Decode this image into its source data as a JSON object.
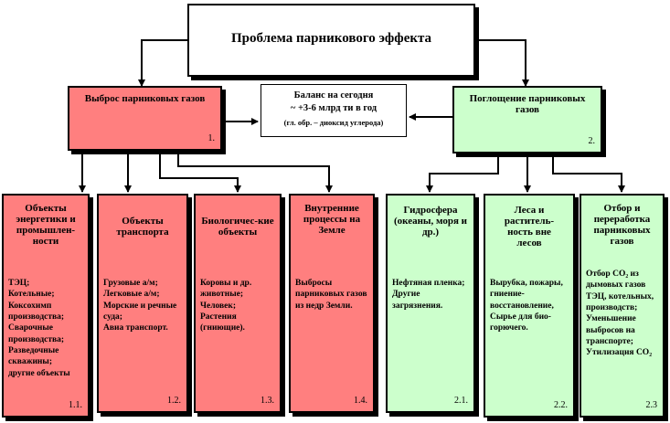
{
  "root": {
    "title": "Проблема парникового эффекта"
  },
  "emission": {
    "title": "Выброс парниковых газов",
    "num": "1."
  },
  "balance": {
    "line1": "Баланс на сегодня",
    "line2": "~ +3-6 млрд ти в год",
    "line3": "(гл. обр. – диоксид углерода)"
  },
  "absorption": {
    "title": "Поглощение парниковых газов",
    "num": "2."
  },
  "energy": {
    "title": "Объекты энергетики и промышлен-ности",
    "body": "ТЭЦ;\nКотельные;\nКоксохимп производства;\nСварочные производства;\nРазведочные скважины;\nдругие объекты",
    "num": "1.1."
  },
  "transport": {
    "title": "Объекты транспорта",
    "body": "Грузовые а/м;\nЛегковые а/м;\nМорские и речные суда;\nАвиа транспорт.",
    "num": "1.2."
  },
  "bio": {
    "title": "Биологичес-кие объекты",
    "body": "Коровы и др. животные;\nЧеловек;\nРастения (гниющие).",
    "num": "1.3."
  },
  "internal": {
    "title": "Внутренние процессы на Земле",
    "body": "Выбросы парниковых газов из недр Земли.",
    "num": "1.4."
  },
  "hydro": {
    "title": "Гидросфера (океаны, моря и др.)",
    "body": "Нефтяная пленка;\nДругие загрязнения.",
    "num": "2.1."
  },
  "forest": {
    "title": "Леса и раститель-ность вне лесов",
    "body": "Вырубка, пожары, гниение-восстановление, Сырье для био-горючего.",
    "num": "2.2."
  },
  "capture": {
    "title": "Отбор и переработка парниковых газов",
    "body": "Отбор CO₂ из дымовых газов ТЭЦ, котельных, производств;\nУменьшение выбросов на транспорте;\nУтилизация CO₂",
    "num": "2.3"
  }
}
